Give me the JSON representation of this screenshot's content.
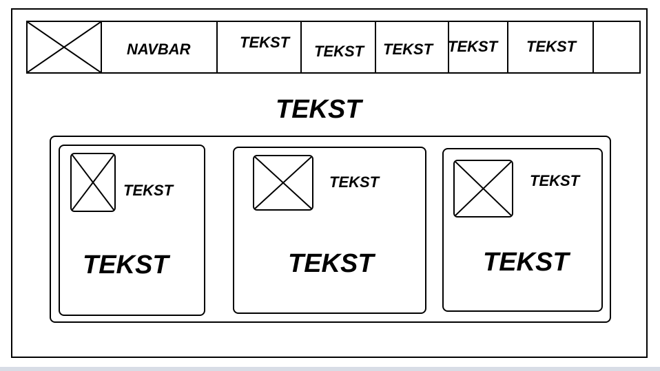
{
  "navbar": {
    "brand_label": "NAVBAR",
    "items": [
      {
        "label": "TEKST"
      },
      {
        "label": "TEKST"
      },
      {
        "label": "TEKST"
      },
      {
        "label": "TEKST"
      },
      {
        "label": "TEKST"
      }
    ]
  },
  "main": {
    "heading": "TEKST",
    "cards": [
      {
        "label": "TEKST",
        "title": "TEKST"
      },
      {
        "label": "TEKST",
        "title": "TEKST"
      },
      {
        "label": "TEKST",
        "title": "TEKST"
      }
    ]
  }
}
